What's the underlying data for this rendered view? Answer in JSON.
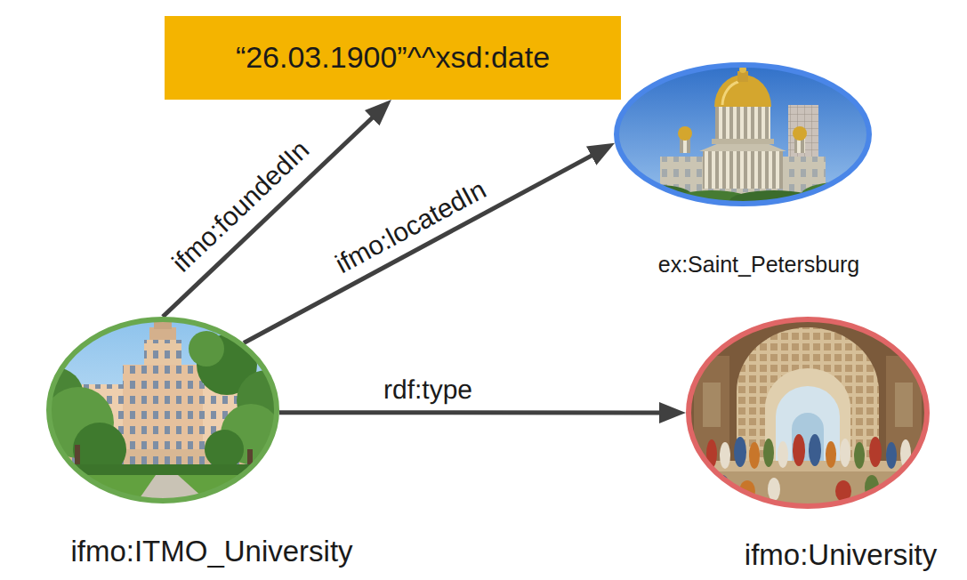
{
  "diagram": {
    "nodes": [
      {
        "text": [
          "“26.03.1900”^^xsd:date"
        ]
      },
      {
        "text": [
          "ex:Saint_Petersburg"
        ]
      },
      {
        "text": [
          "ifmo:ITMO_University"
        ]
      },
      {
        "text": [
          "ifmo:University"
        ]
      }
    ],
    "edges": [
      {
        "from": 2,
        "to": 0,
        "label": "ifmo:foundedIn",
        "arrow": "to"
      },
      {
        "from": 2,
        "to": 1,
        "label": "ifmo:locatedIn",
        "arrow": "to"
      },
      {
        "from": 2,
        "to": 3,
        "label": "rdf:type",
        "arrow": "to"
      }
    ]
  }
}
